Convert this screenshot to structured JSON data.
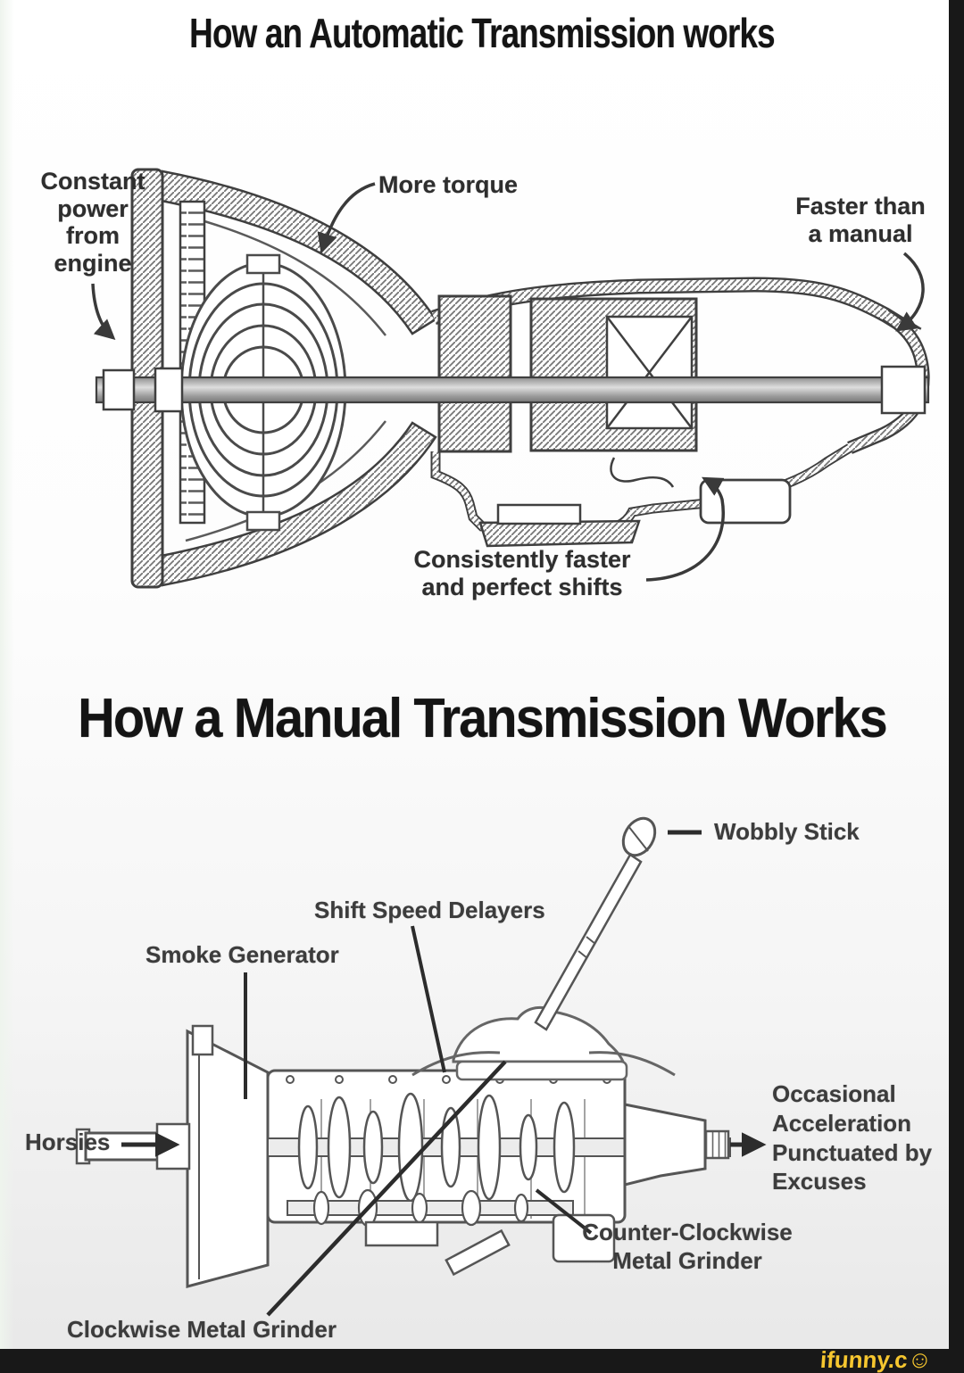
{
  "automatic": {
    "title": "How an Automatic Transmission works",
    "labels": {
      "constant_power": [
        "Constant",
        "power",
        "from",
        "engine"
      ],
      "more_torque": "More torque",
      "faster_than": [
        "Faster than",
        "a manual"
      ],
      "consistently": [
        "Consistently faster",
        "and perfect shifts"
      ]
    }
  },
  "manual": {
    "title": "How a Manual Transmission Works",
    "labels": {
      "wobbly_stick": "Wobbly Stick",
      "shift_speed_delayers": "Shift Speed Delayers",
      "smoke_generator": "Smoke Generator",
      "horsies": "Horsies",
      "occasional": [
        "Occasional",
        "Acceleration",
        "Punctuated by",
        "Excuses"
      ],
      "counter_clockwise": [
        "Counter-Clockwise",
        "Metal Grinder"
      ],
      "clockwise": "Clockwise Metal Grinder"
    }
  },
  "footer": {
    "watermark_text": "ifunny.c",
    "watermark_smiley": "☺"
  },
  "colors": {
    "ink": "#3f3f3f",
    "frame": "#181818",
    "watermark_yellow": "#f6c62f"
  }
}
